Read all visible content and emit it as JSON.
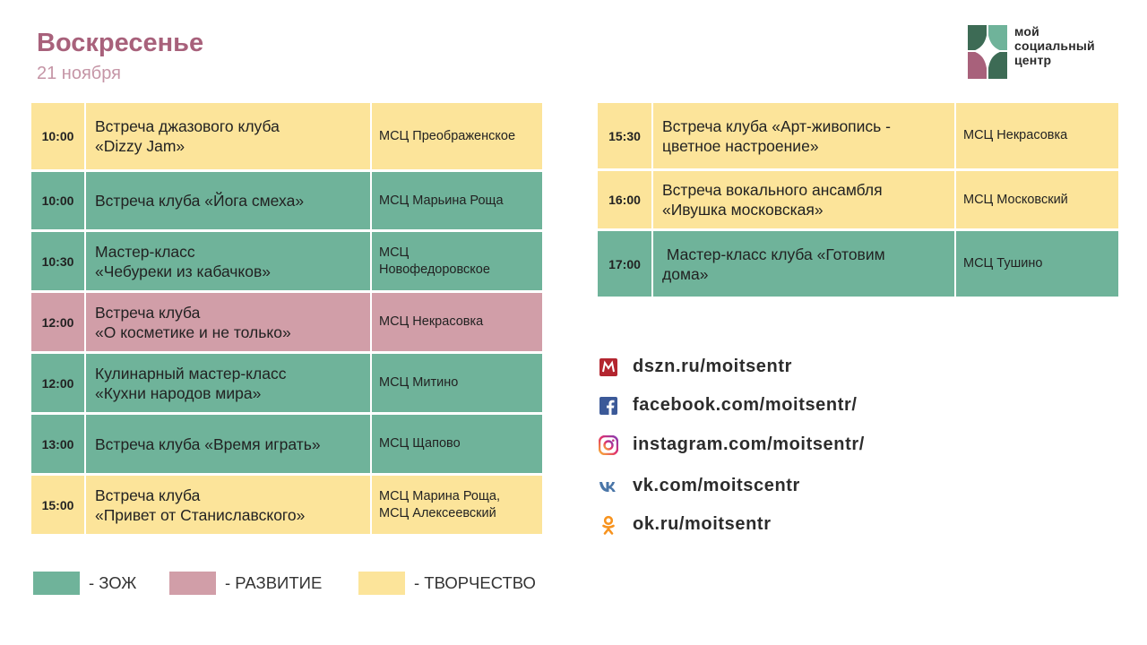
{
  "header": {
    "title": "Воскресенье",
    "date": "21 ноября"
  },
  "logo": {
    "line1": "мой",
    "line2": "социальный",
    "line3": "центр"
  },
  "colors": {
    "creativity": "#fce49a",
    "health": "#6fb39a",
    "development": "#d19ea8",
    "title": "#a8617b"
  },
  "schedule_left": [
    {
      "time": "10:00",
      "event": [
        "Встреча джазового клуба",
        "«Dizzy Jam»"
      ],
      "place": [
        "МСЦ Преображенское"
      ],
      "category": "yellow"
    },
    {
      "time": "10:00",
      "event": [
        "Встреча клуба «Йога смеха»"
      ],
      "place": [
        "МСЦ Марьина Роща"
      ],
      "category": "green"
    },
    {
      "time": "10:30",
      "event": [
        "Мастер-класс",
        "«Чебуреки из кабачков»"
      ],
      "place": [
        "МСЦ",
        "Новофедоровское"
      ],
      "category": "green"
    },
    {
      "time": "12:00",
      "event": [
        "Встреча клуба",
        "«О косметике и не только»"
      ],
      "place": [
        "МСЦ Некрасовка"
      ],
      "category": "pink"
    },
    {
      "time": "12:00",
      "event": [
        "Кулинарный мастер-класс",
        "«Кухни народов мира»"
      ],
      "place": [
        "МСЦ Митино"
      ],
      "category": "green"
    },
    {
      "time": "13:00",
      "event": [
        "Встреча клуба «Время играть»"
      ],
      "place": [
        "МСЦ Щапово"
      ],
      "category": "green"
    },
    {
      "time": "15:00",
      "event": [
        "Встреча клуба",
        "«Привет от Станиславского»"
      ],
      "place": [
        "МСЦ Марина Роща,",
        "МСЦ Алексеевский"
      ],
      "category": "yellow"
    }
  ],
  "schedule_right": [
    {
      "time": "15:30",
      "event": [
        "Встреча клуба «Арт-живопись -",
        "цветное настроение»"
      ],
      "place": [
        "МСЦ Некрасовка"
      ],
      "category": "yellow"
    },
    {
      "time": "16:00",
      "event": [
        "Встреча вокального ансамбля",
        "«Ивушка московская»"
      ],
      "place": [
        "МСЦ Московский"
      ],
      "category": "yellow"
    },
    {
      "time": "17:00",
      "event": [
        " Мастер-класс клуба «Готовим",
        "дома»"
      ],
      "place": [
        "МСЦ Тушино"
      ],
      "category": "green"
    }
  ],
  "legend": [
    {
      "label": "- ЗОЖ",
      "category": "green"
    },
    {
      "label": "- РАЗВИТИЕ",
      "category": "pink"
    },
    {
      "label": "- ТВОРЧЕСТВО",
      "category": "yellow"
    }
  ],
  "social": [
    {
      "icon": "mos-icon",
      "text": "dszn.ru/moitsentr"
    },
    {
      "icon": "facebook-icon",
      "text": "facebook.com/moitsentr/"
    },
    {
      "icon": "instagram-icon",
      "text": "instagram.com/moitsentr/"
    },
    {
      "icon": "vk-icon",
      "text": "vk.com/moitscentr"
    },
    {
      "icon": "ok-icon",
      "text": "ok.ru/moitsentr"
    }
  ]
}
